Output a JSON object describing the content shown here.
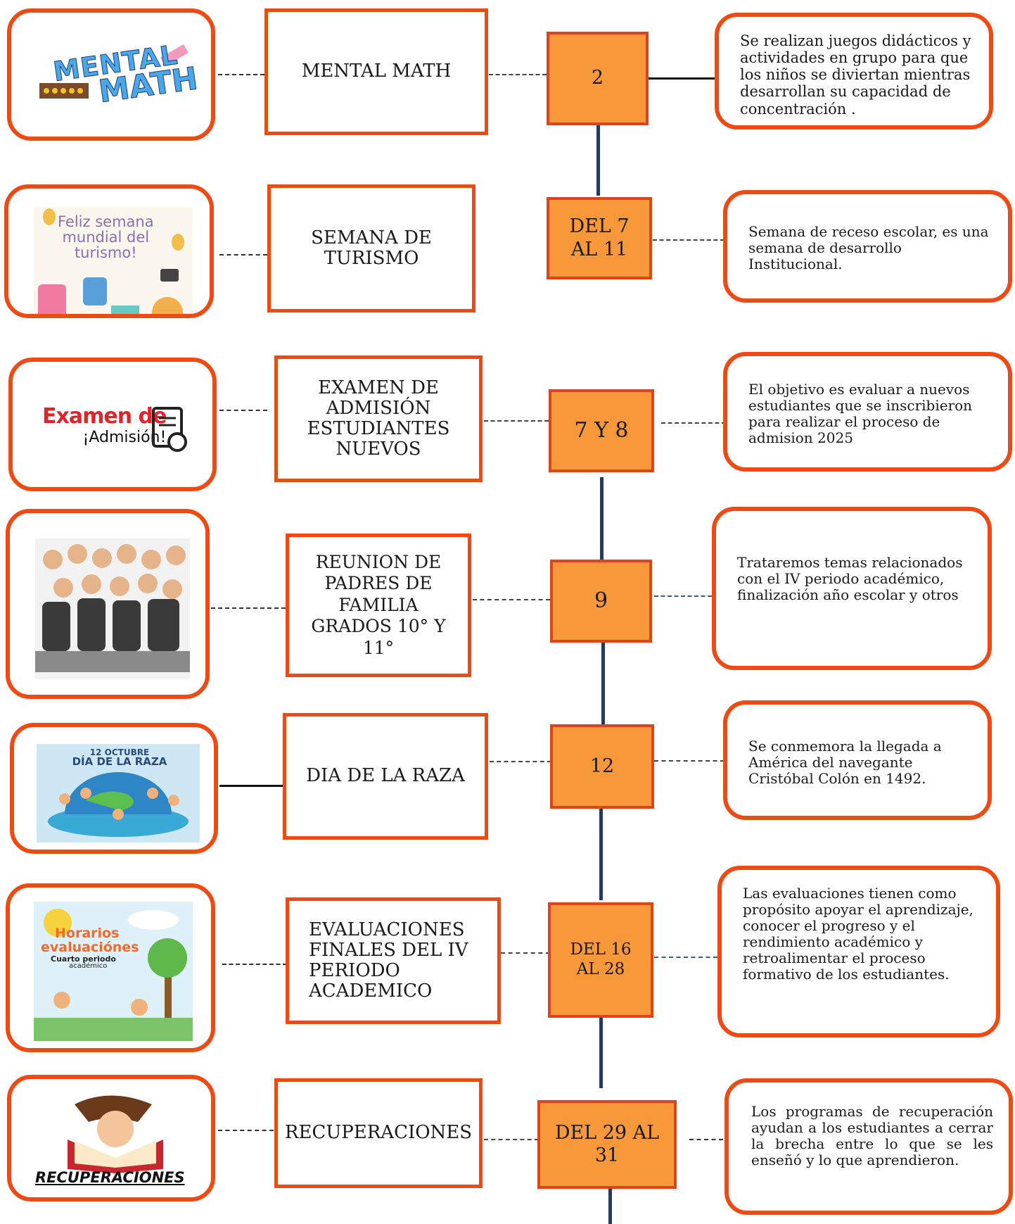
{
  "rows": [
    {
      "image_caption": [
        "MENTAL",
        "MATH"
      ],
      "title": "MENTAL MATH",
      "date": "2",
      "description": "Se realizan juegos didácticos y actividades en grupo para que los niños se diviertan mientras desarrollan su capacidad de concentración ."
    },
    {
      "image_caption": [
        "Feliz semana",
        "mundial del",
        "turismo!"
      ],
      "title": "SEMANA DE TURISMO",
      "date": "DEL 7 AL 11",
      "description": "Semana de receso escolar, es una semana de desarrollo Institucional."
    },
    {
      "image_caption": [
        "Examen de",
        "¡Admisión!"
      ],
      "title": "EXAMEN DE ADMISIÓN ESTUDIANTES NUEVOS",
      "date": "7 Y 8",
      "description": "El objetivo es  evaluar a nuevos estudiantes que se inscribieron para realizar el proceso de admision 2025"
    },
    {
      "image_caption": [],
      "title": "REUNION DE PADRES DE FAMILIA GRADOS 10° Y 11°",
      "date": "9",
      "description": "Trataremos temas relacionados con el IV periodo académico, finalización año escolar y otros"
    },
    {
      "image_caption": [
        "12 OCTUBRE",
        "DÍA DE LA RAZA"
      ],
      "title": "DIA DE LA RAZA",
      "date": "12",
      "description": "Se conmemora la llegada a América del navegante Cristóbal Colón en 1492."
    },
    {
      "image_caption": [
        "Horarios",
        "evaluaciónes",
        "Cuarto periodo",
        "académico"
      ],
      "title": "EVALUACIONES FINALES DEL IV PERIODO ACADEMICO",
      "date": "DEL 16 AL  28",
      "description": "Las evaluaciones tienen como propósito apoyar el aprendizaje, conocer el progreso y el rendimiento académico y retroalimentar el proceso formativo de los estudiantes."
    },
    {
      "image_caption": [
        "RECUPERACIONES"
      ],
      "title": "RECUPERACIONES",
      "date": "DEL 29 AL 31",
      "description": "Los programas de recuperación ayudan a los estudiantes a cerrar la brecha entre lo que se les enseñó y lo que aprendieron."
    }
  ],
  "colors": {
    "border": "#f04a14",
    "date_fill": "#f7983a",
    "spine": "#223a66"
  }
}
